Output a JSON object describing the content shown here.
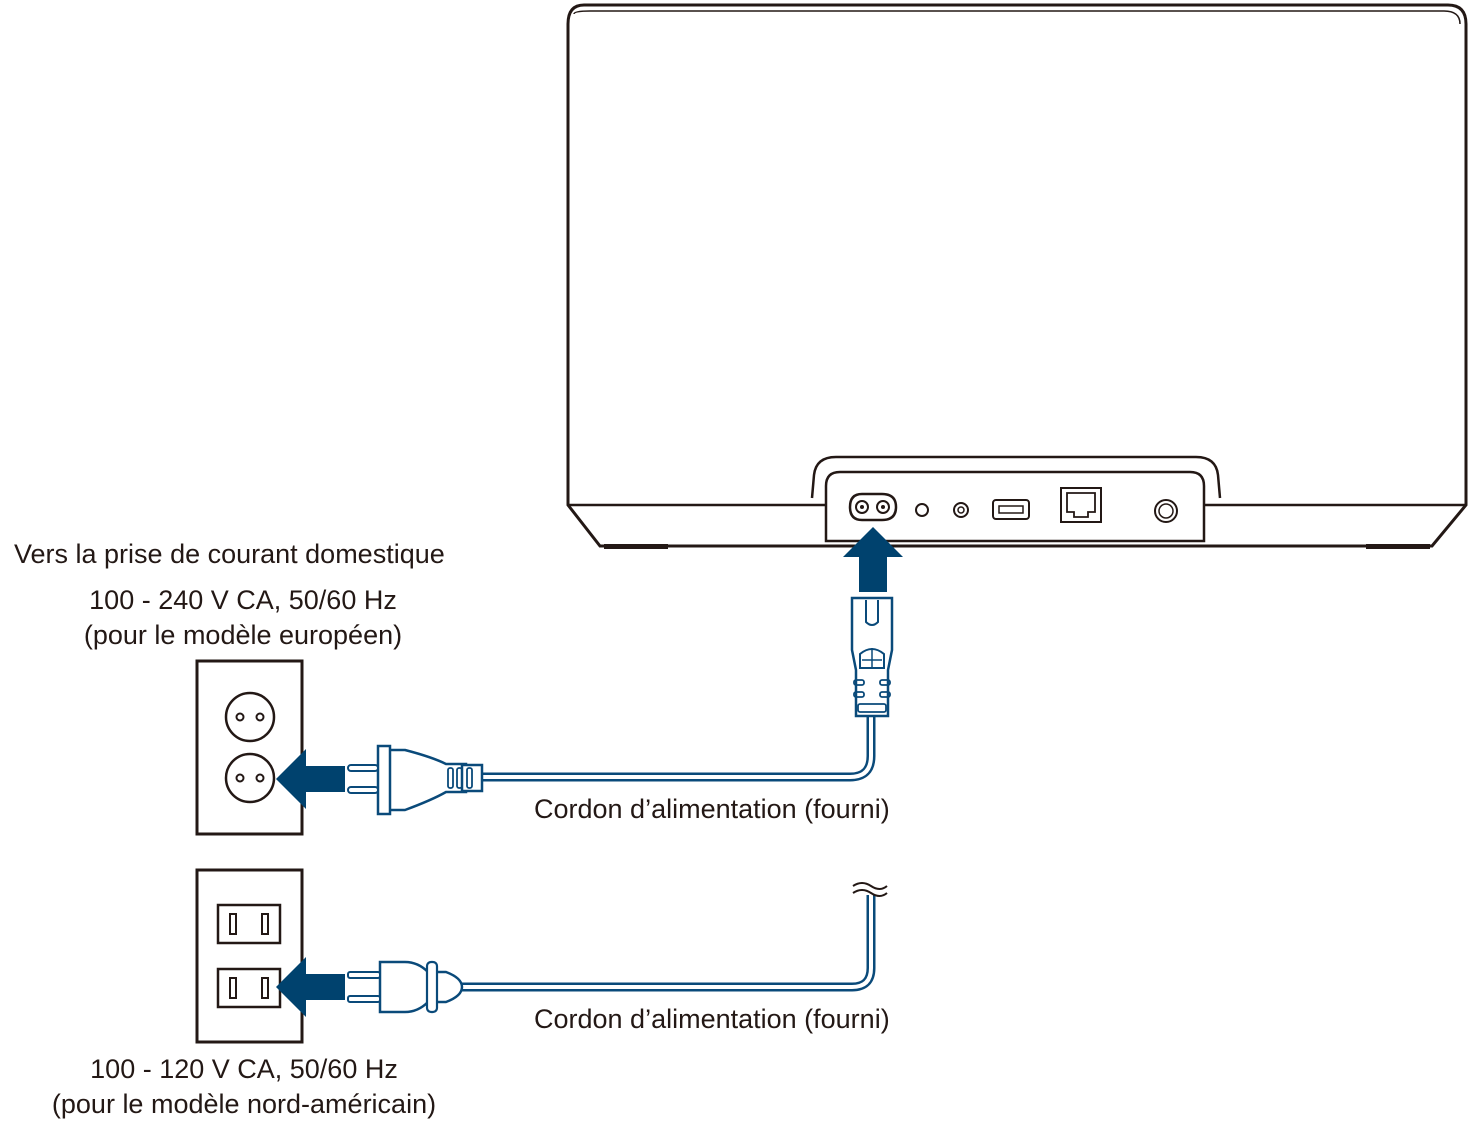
{
  "labels": {
    "household_outlet": "Vers la prise de courant domestique",
    "eu_voltage": "100 - 240 V CA, 50/60 Hz",
    "eu_model": "(pour le modèle européen)",
    "eu_cord": "Cordon d’alimentation (fourni)",
    "na_cord": "Cordon d’alimentation (fourni)",
    "na_voltage": "100 - 120 V CA, 50/60 Hz",
    "na_model": "(pour le modèle nord-américain)"
  },
  "colors": {
    "outline": "#231815",
    "arrow": "#00426e",
    "cable": "#0a4a7a"
  }
}
